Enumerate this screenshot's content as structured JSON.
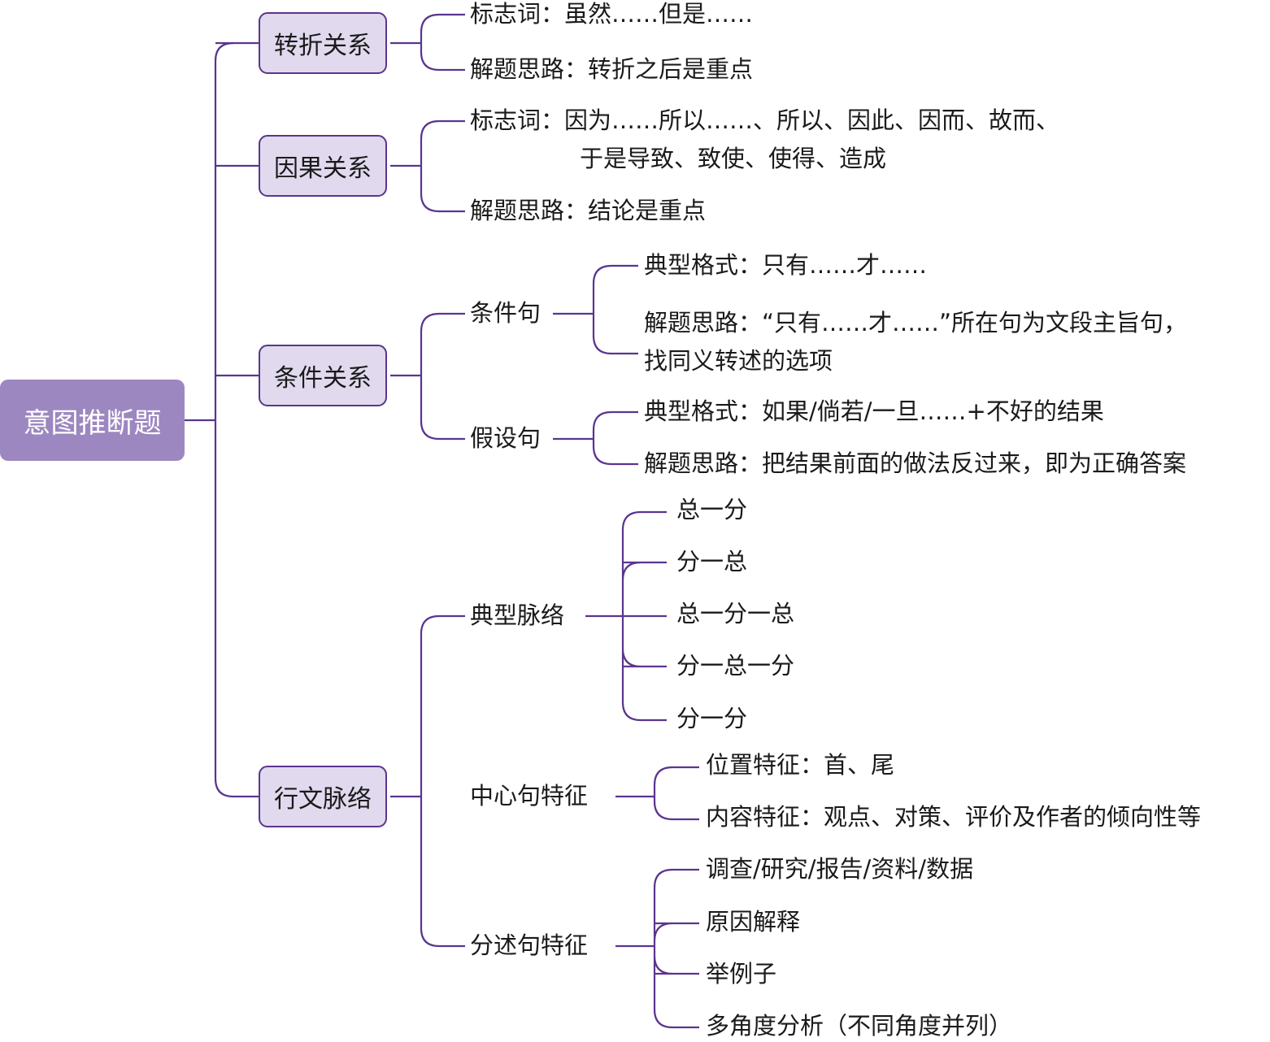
{
  "root": {
    "label": "意图推断题"
  },
  "colors": {
    "root_fill": "#9d87c0",
    "node_fill": "#e1d9ee",
    "line": "#5a3590"
  },
  "branches": [
    {
      "label": "转折关系",
      "children": [
        {
          "label": "标志词：虽然……但是……"
        },
        {
          "label": "解题思路：转折之后是重点"
        }
      ]
    },
    {
      "label": "因果关系",
      "children": [
        {
          "label": "标志词：因为……所以……、所以、因此、因而、故而、",
          "label_cont": "于是导致、致使、使得、造成"
        },
        {
          "label": "解题思路：结论是重点"
        }
      ]
    },
    {
      "label": "条件关系",
      "children": [
        {
          "label": "条件句",
          "children": [
            {
              "label": "典型格式：只有……才……"
            },
            {
              "label": "解题思路：“只有……才……”所在句为文段主旨句，",
              "label_cont": "找同义转述的选项"
            }
          ]
        },
        {
          "label": "假设句",
          "children": [
            {
              "label": "典型格式：如果/倘若/一旦……+不好的结果"
            },
            {
              "label": "解题思路：把结果前面的做法反过来，即为正确答案"
            }
          ]
        }
      ]
    },
    {
      "label": "行文脉络",
      "children": [
        {
          "label": "典型脉络",
          "children": [
            {
              "label": "总一分"
            },
            {
              "label": "分一总"
            },
            {
              "label": "总一分一总"
            },
            {
              "label": "分一总一分"
            },
            {
              "label": "分一分"
            }
          ]
        },
        {
          "label": "中心句特征",
          "children": [
            {
              "label": "位置特征：首、尾"
            },
            {
              "label": "内容特征：观点、对策、评价及作者的倾向性等"
            }
          ]
        },
        {
          "label": "分述句特征",
          "children": [
            {
              "label": "调查/研究/报告/资料/数据"
            },
            {
              "label": "原因解释"
            },
            {
              "label": "举例子"
            },
            {
              "label": "多角度分析（不同角度并列）"
            }
          ]
        }
      ]
    }
  ]
}
